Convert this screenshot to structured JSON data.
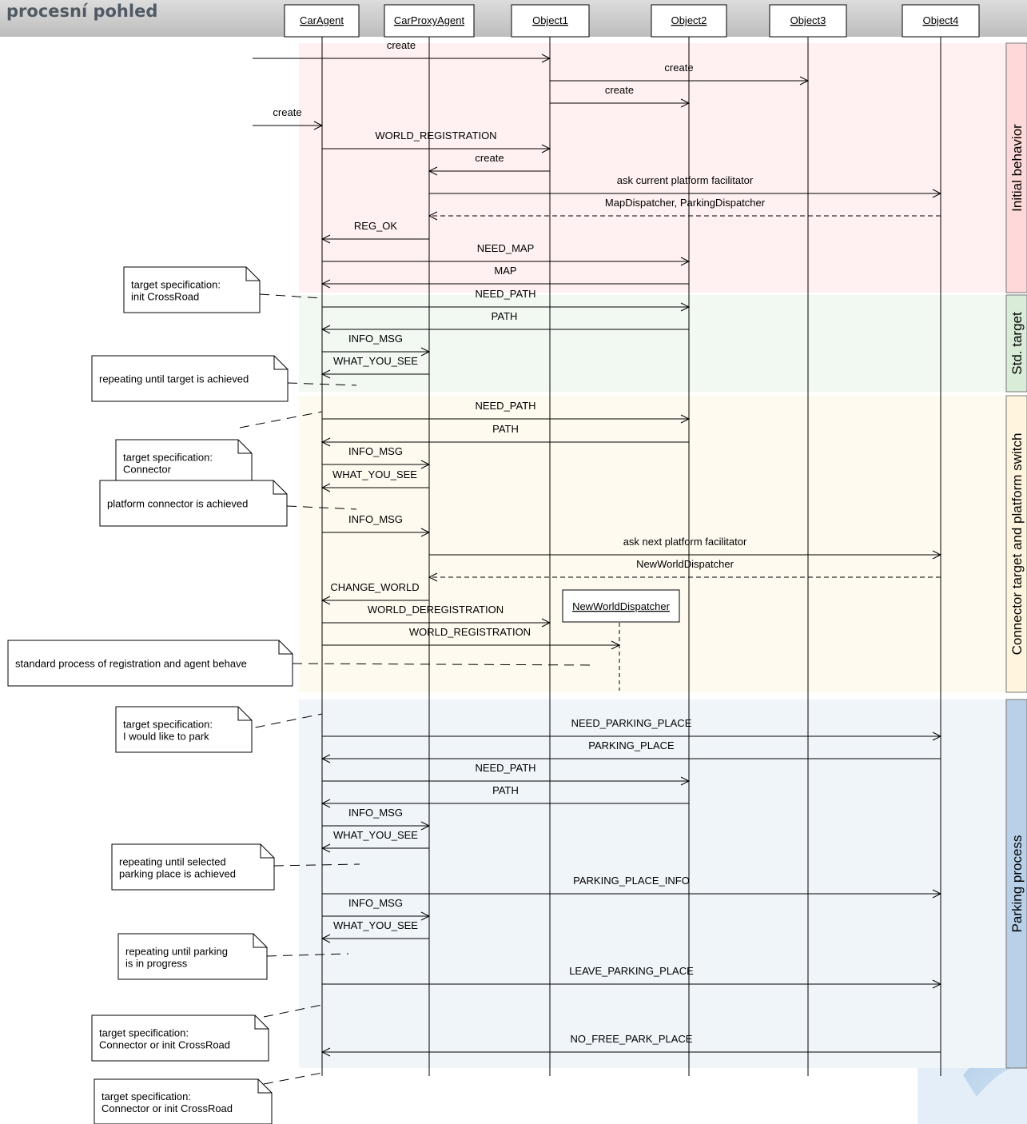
{
  "header": {
    "title": "procesní pohled"
  },
  "participants": [
    "CarAgent",
    "CarProxyAgent",
    "Object1",
    "Object2",
    "Object3",
    "Object4"
  ],
  "new_participant": "NewWorldDispatcher",
  "phases": [
    {
      "label": "Initial behavior",
      "color": "#ffd9d9"
    },
    {
      "label": "Std. target",
      "color": "#d8ecd8"
    },
    {
      "label": "Connector target and platform switch",
      "color": "#fff5de"
    },
    {
      "label": "Parking process",
      "color": "#b8d0e8"
    }
  ],
  "messages": [
    {
      "from": "ext",
      "to": "Object1",
      "label": "create"
    },
    {
      "from": "Object1",
      "to": "Object3",
      "label": "create"
    },
    {
      "from": "Object1",
      "to": "Object2",
      "label": "create"
    },
    {
      "from": "ext",
      "to": "CarAgent",
      "label": "create"
    },
    {
      "from": "CarAgent",
      "to": "Object1",
      "label": "WORLD_REGISTRATION"
    },
    {
      "from": "Object1",
      "to": "CarProxyAgent",
      "label": "create"
    },
    {
      "from": "CarProxyAgent",
      "to": "Object4",
      "label": "ask current platform facilitator"
    },
    {
      "from": "Object4",
      "to": "CarProxyAgent",
      "label": "MapDispatcher, ParkingDispatcher",
      "dashed": true
    },
    {
      "from": "CarProxyAgent",
      "to": "CarAgent",
      "label": "REG_OK"
    },
    {
      "from": "CarAgent",
      "to": "Object2",
      "label": "NEED_MAP"
    },
    {
      "from": "Object2",
      "to": "CarAgent",
      "label": "MAP"
    },
    {
      "from": "CarAgent",
      "to": "Object2",
      "label": "NEED_PATH"
    },
    {
      "from": "Object2",
      "to": "CarAgent",
      "label": "PATH"
    },
    {
      "from": "CarAgent",
      "to": "CarProxyAgent",
      "label": "INFO_MSG"
    },
    {
      "from": "CarProxyAgent",
      "to": "CarAgent",
      "label": "WHAT_YOU_SEE"
    },
    {
      "from": "CarAgent",
      "to": "Object2",
      "label": "NEED_PATH"
    },
    {
      "from": "Object2",
      "to": "CarAgent",
      "label": "PATH"
    },
    {
      "from": "CarAgent",
      "to": "CarProxyAgent",
      "label": "INFO_MSG"
    },
    {
      "from": "CarProxyAgent",
      "to": "CarAgent",
      "label": "WHAT_YOU_SEE"
    },
    {
      "from": "CarAgent",
      "to": "CarProxyAgent",
      "label": "INFO_MSG"
    },
    {
      "from": "CarProxyAgent",
      "to": "Object4",
      "label": "ask next platform facilitator"
    },
    {
      "from": "Object4",
      "to": "CarProxyAgent",
      "label": "NewWorldDispatcher",
      "dashed": true
    },
    {
      "from": "CarProxyAgent",
      "to": "CarAgent",
      "label": "CHANGE_WORLD"
    },
    {
      "from": "CarAgent",
      "to": "Object1",
      "label": "WORLD_DEREGISTRATION"
    },
    {
      "from": "CarAgent",
      "to": "NewWorldDispatcher",
      "label": "WORLD_REGISTRATION"
    },
    {
      "from": "CarAgent",
      "to": "Object4",
      "label": "NEED_PARKING_PLACE"
    },
    {
      "from": "Object4",
      "to": "CarAgent",
      "label": "PARKING_PLACE"
    },
    {
      "from": "CarAgent",
      "to": "Object2",
      "label": "NEED_PATH"
    },
    {
      "from": "Object2",
      "to": "CarAgent",
      "label": "PATH"
    },
    {
      "from": "CarAgent",
      "to": "CarProxyAgent",
      "label": "INFO_MSG"
    },
    {
      "from": "CarProxyAgent",
      "to": "CarAgent",
      "label": "WHAT_YOU_SEE"
    },
    {
      "from": "CarAgent",
      "to": "Object4",
      "label": "PARKING_PLACE_INFO"
    },
    {
      "from": "CarAgent",
      "to": "CarProxyAgent",
      "label": "INFO_MSG"
    },
    {
      "from": "CarProxyAgent",
      "to": "CarAgent",
      "label": "WHAT_YOU_SEE"
    },
    {
      "from": "CarAgent",
      "to": "Object4",
      "label": "LEAVE_PARKING_PLACE"
    },
    {
      "from": "Object4",
      "to": "CarAgent",
      "label": "NO_FREE_PARK_PLACE"
    }
  ],
  "notes": [
    [
      "target specification:",
      "init CrossRoad"
    ],
    [
      "repeating until target is achieved"
    ],
    [
      "target specification:",
      "Connector"
    ],
    [
      "platform connector is achieved"
    ],
    [
      "standard process of registration and agent behave"
    ],
    [
      "target specification:",
      "I would like to park"
    ],
    [
      "repeating until selected",
      "parking place is achieved"
    ],
    [
      "repeating until parking",
      "is in progress"
    ],
    [
      "target specification:",
      "Connector or init CrossRoad"
    ],
    [
      "target specification:",
      "Connector or init CrossRoad"
    ]
  ]
}
